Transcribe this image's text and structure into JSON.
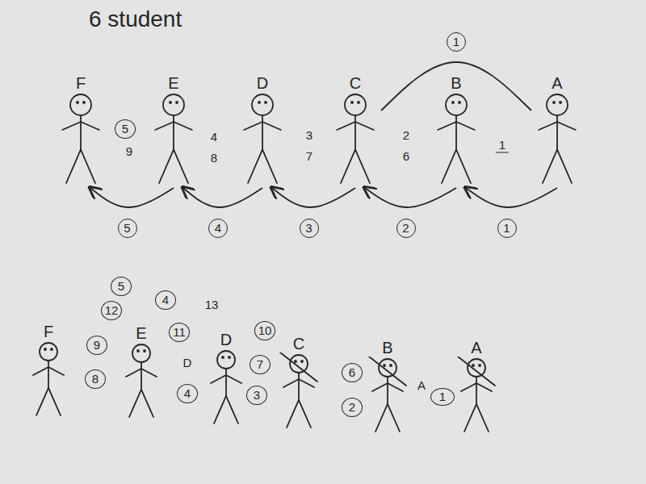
{
  "diagram": {
    "title": "6 student",
    "nodes": [
      {
        "text": [
          "F"
        ]
      },
      {
        "text": [
          "E"
        ]
      },
      {
        "text": [
          "D"
        ]
      },
      {
        "text": [
          "C"
        ]
      },
      {
        "text": [
          "B"
        ]
      },
      {
        "text": [
          "A"
        ]
      },
      {
        "text": [
          "F"
        ]
      },
      {
        "text": [
          "E"
        ]
      },
      {
        "text": [
          "D"
        ]
      },
      {
        "text": [
          "C"
        ]
      },
      {
        "text": [
          "B"
        ]
      },
      {
        "text": [
          "A"
        ]
      }
    ],
    "edges": [
      {
        "from": 5,
        "to": 4,
        "arrow": "to",
        "label": "1"
      },
      {
        "from": 4,
        "to": 3,
        "arrow": "to",
        "label": "2"
      },
      {
        "from": 3,
        "to": 2,
        "arrow": "to",
        "label": "3"
      },
      {
        "from": 2,
        "to": 1,
        "arrow": "to",
        "label": "4"
      },
      {
        "from": 1,
        "to": 0,
        "arrow": "to",
        "label": "5"
      },
      {
        "from": 5,
        "to": 3,
        "arrow": "none",
        "label": "1"
      }
    ],
    "labels": [
      "5",
      "9",
      "4",
      "8",
      "3",
      "7",
      "2",
      "6",
      "1",
      "5",
      "4",
      "13",
      "12",
      "11",
      "10",
      "9",
      "8",
      "D",
      "7",
      "4",
      "3",
      "6",
      "2",
      "A",
      "1"
    ]
  }
}
